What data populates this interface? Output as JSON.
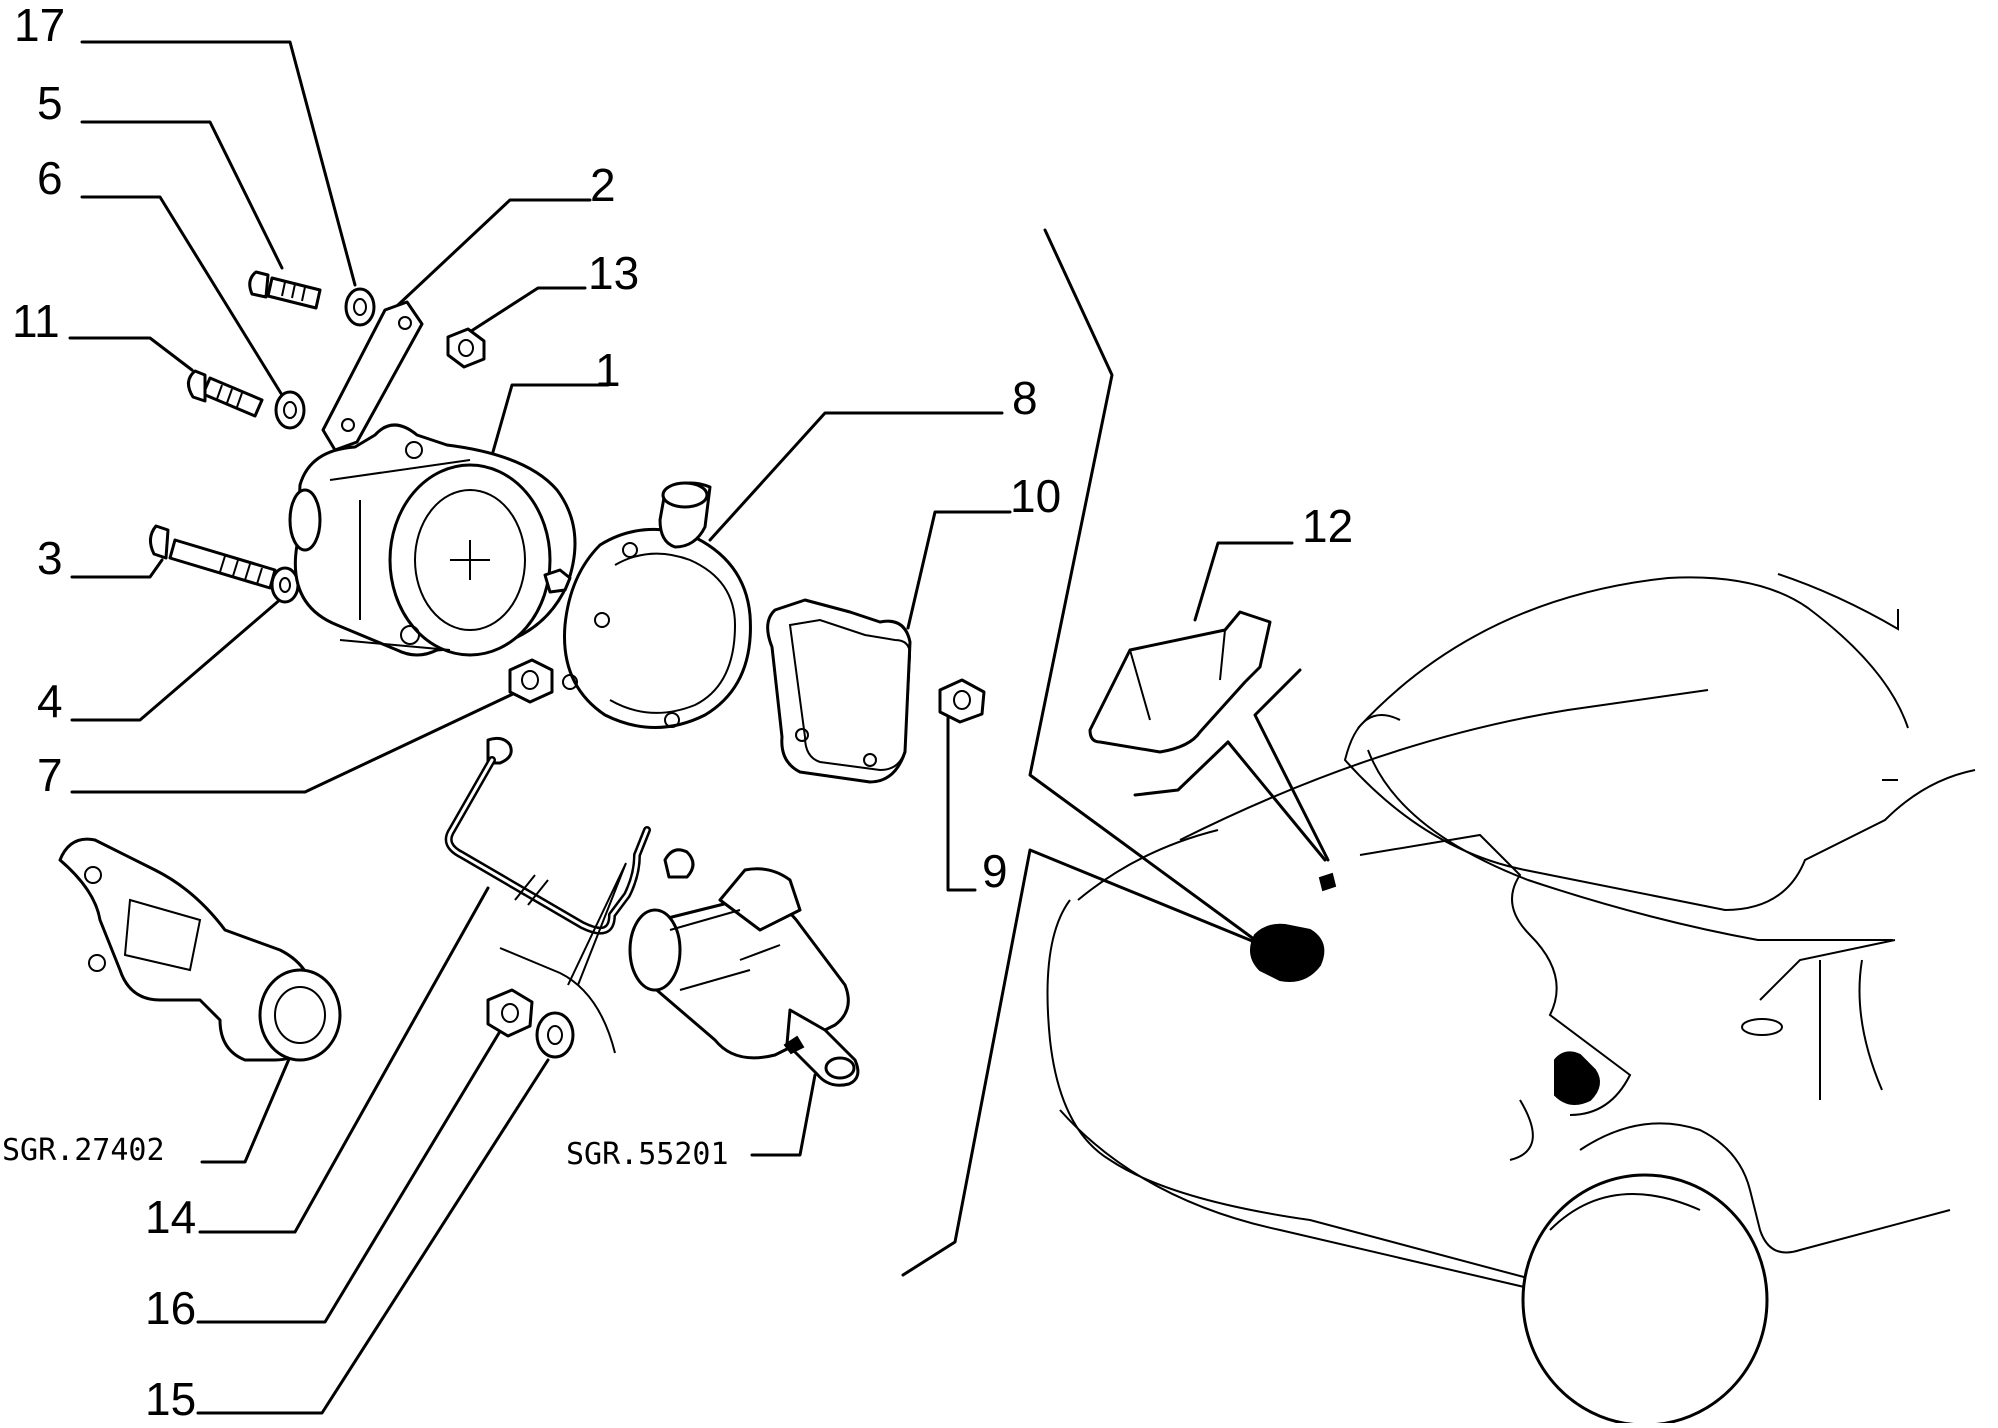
{
  "callouts": {
    "c17": "17",
    "c5": "5",
    "c6": "6",
    "c2": "2",
    "c13": "13",
    "c11": "11",
    "c1": "1",
    "c8": "8",
    "c10": "10",
    "c12": "12",
    "c3": "3",
    "c4": "4",
    "c7": "7",
    "c9": "9",
    "c14": "14",
    "c16": "16",
    "c15": "15"
  },
  "refs": {
    "sgr_27402": "SGR.27402",
    "sgr_55201": "SGR.55201"
  }
}
